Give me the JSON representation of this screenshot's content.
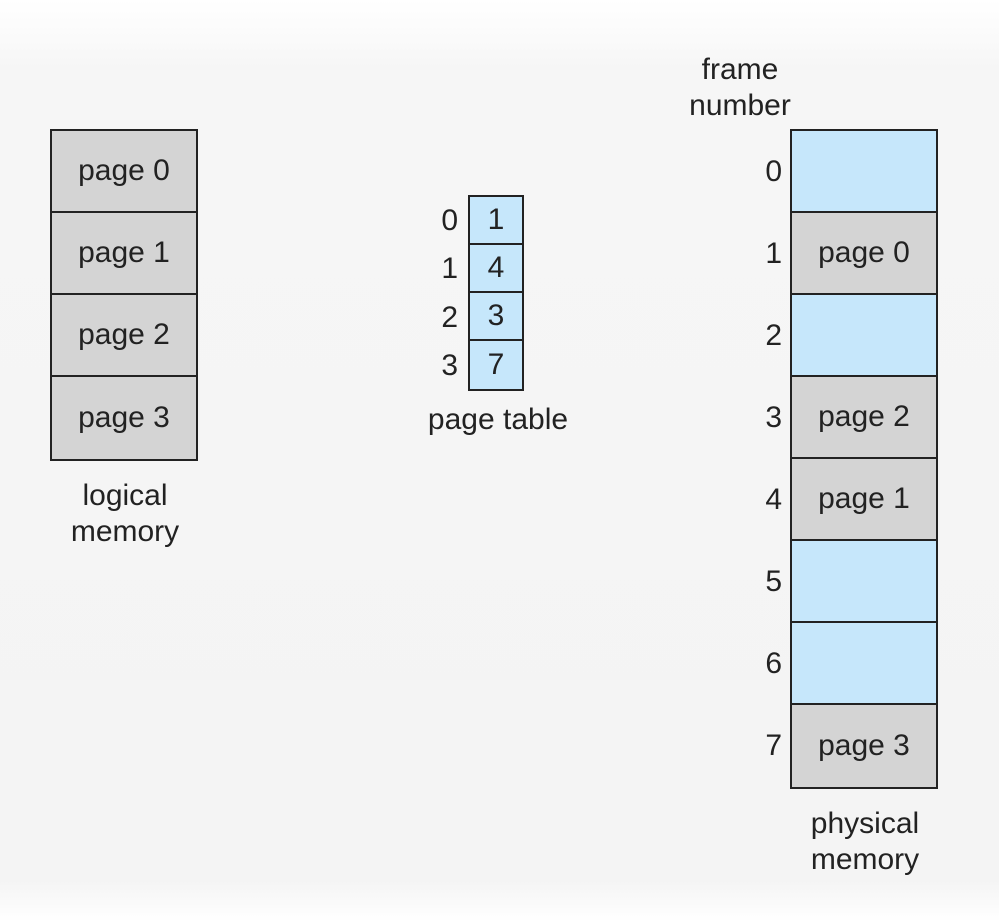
{
  "logical_memory": {
    "pages": [
      "page 0",
      "page 1",
      "page 2",
      "page 3"
    ],
    "label_line1": "logical",
    "label_line2": "memory"
  },
  "page_table": {
    "indices": [
      "0",
      "1",
      "2",
      "3"
    ],
    "frames": [
      "1",
      "4",
      "3",
      "7"
    ],
    "label": "page table"
  },
  "physical_memory": {
    "header_line1": "frame",
    "header_line2": "number",
    "frame_numbers": [
      "0",
      "1",
      "2",
      "3",
      "4",
      "5",
      "6",
      "7"
    ],
    "frames": [
      "",
      "page 0",
      "",
      "page 2",
      "page 1",
      "",
      "",
      "page 3"
    ],
    "label_line1": "physical",
    "label_line2": "memory"
  },
  "colors": {
    "page_fill": "#d4d4d4",
    "free_frame_fill": "#c6e7fb",
    "border": "#222222"
  }
}
